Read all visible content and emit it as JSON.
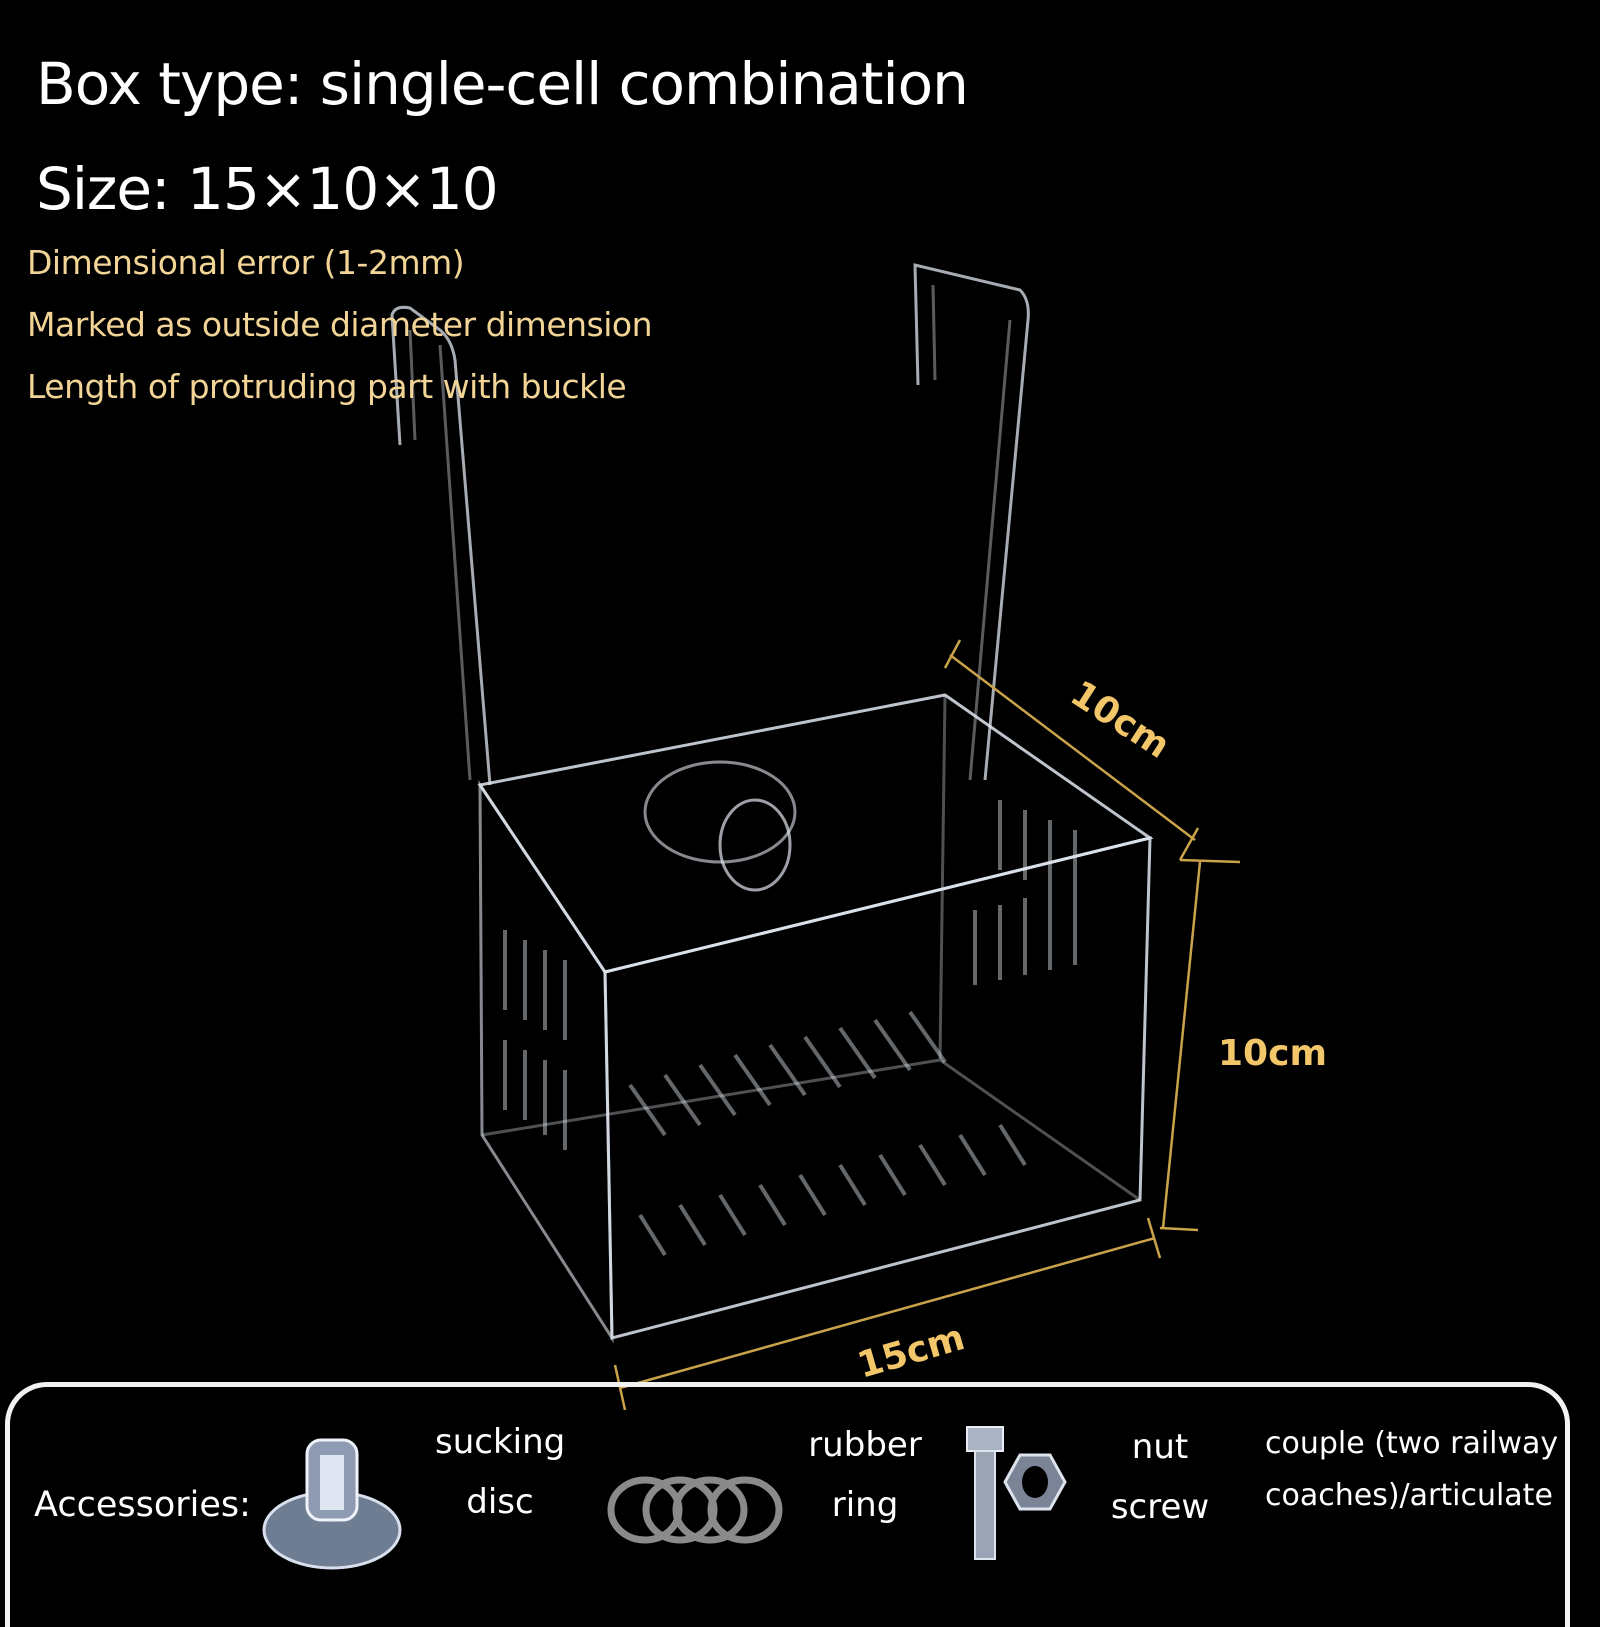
{
  "header": {
    "title": "Box type: single-cell combination",
    "size": "Size: 15×10×10",
    "notes": [
      "Dimensional error (1-2mm)",
      "Marked as outside diameter dimension",
      "Length of protruding part with buckle"
    ]
  },
  "dimensions": {
    "depth": "10cm",
    "height": "10cm",
    "width": "15cm"
  },
  "accessories": {
    "label": "Accessories:",
    "items": [
      {
        "line1": "sucking",
        "line2": "disc",
        "icon": "suction-cup-icon"
      },
      {
        "line1": "rubber",
        "line2": "ring",
        "icon": "rubber-rings-icon"
      },
      {
        "line1": "nut",
        "line2": "screw",
        "icon": "nut-screw-icon"
      },
      {
        "line1": "couple (two railway",
        "line2": "coaches)/articulate"
      }
    ]
  },
  "colors": {
    "note": "#f2d596",
    "dimension": "#f3c66a",
    "dimension_line": "#c9a24a"
  }
}
